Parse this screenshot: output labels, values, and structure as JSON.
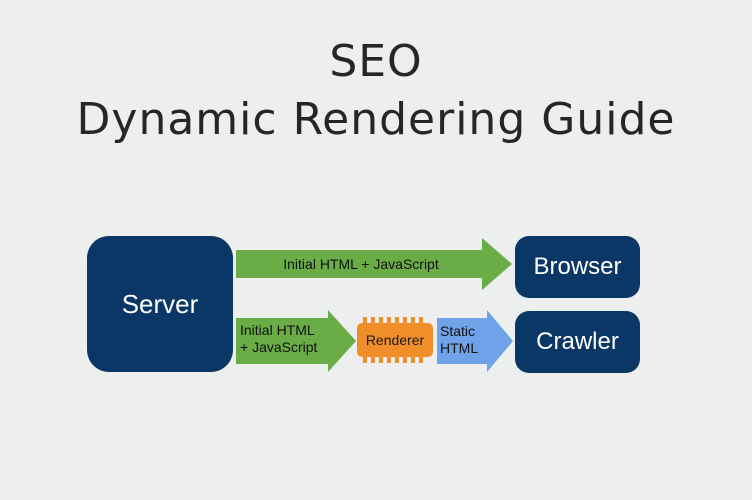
{
  "title": {
    "line1": "SEO",
    "line2": "Dynamic Rendering Guide"
  },
  "nodes": {
    "server": "Server",
    "browser": "Browser",
    "crawler": "Crawler",
    "renderer": "Renderer"
  },
  "edges": {
    "server_to_browser": "Initial HTML + JavaScript",
    "server_to_renderer_line1": "Initial HTML",
    "server_to_renderer_line2": "+ JavaScript",
    "renderer_to_crawler_line1": "Static",
    "renderer_to_crawler_line2": "HTML"
  },
  "colors": {
    "background": "#ecefee",
    "node_fill": "#0a3766",
    "arrow_green": "#6aad47",
    "arrow_blue": "#6fa2e8",
    "renderer_orange": "#f08f2a"
  }
}
